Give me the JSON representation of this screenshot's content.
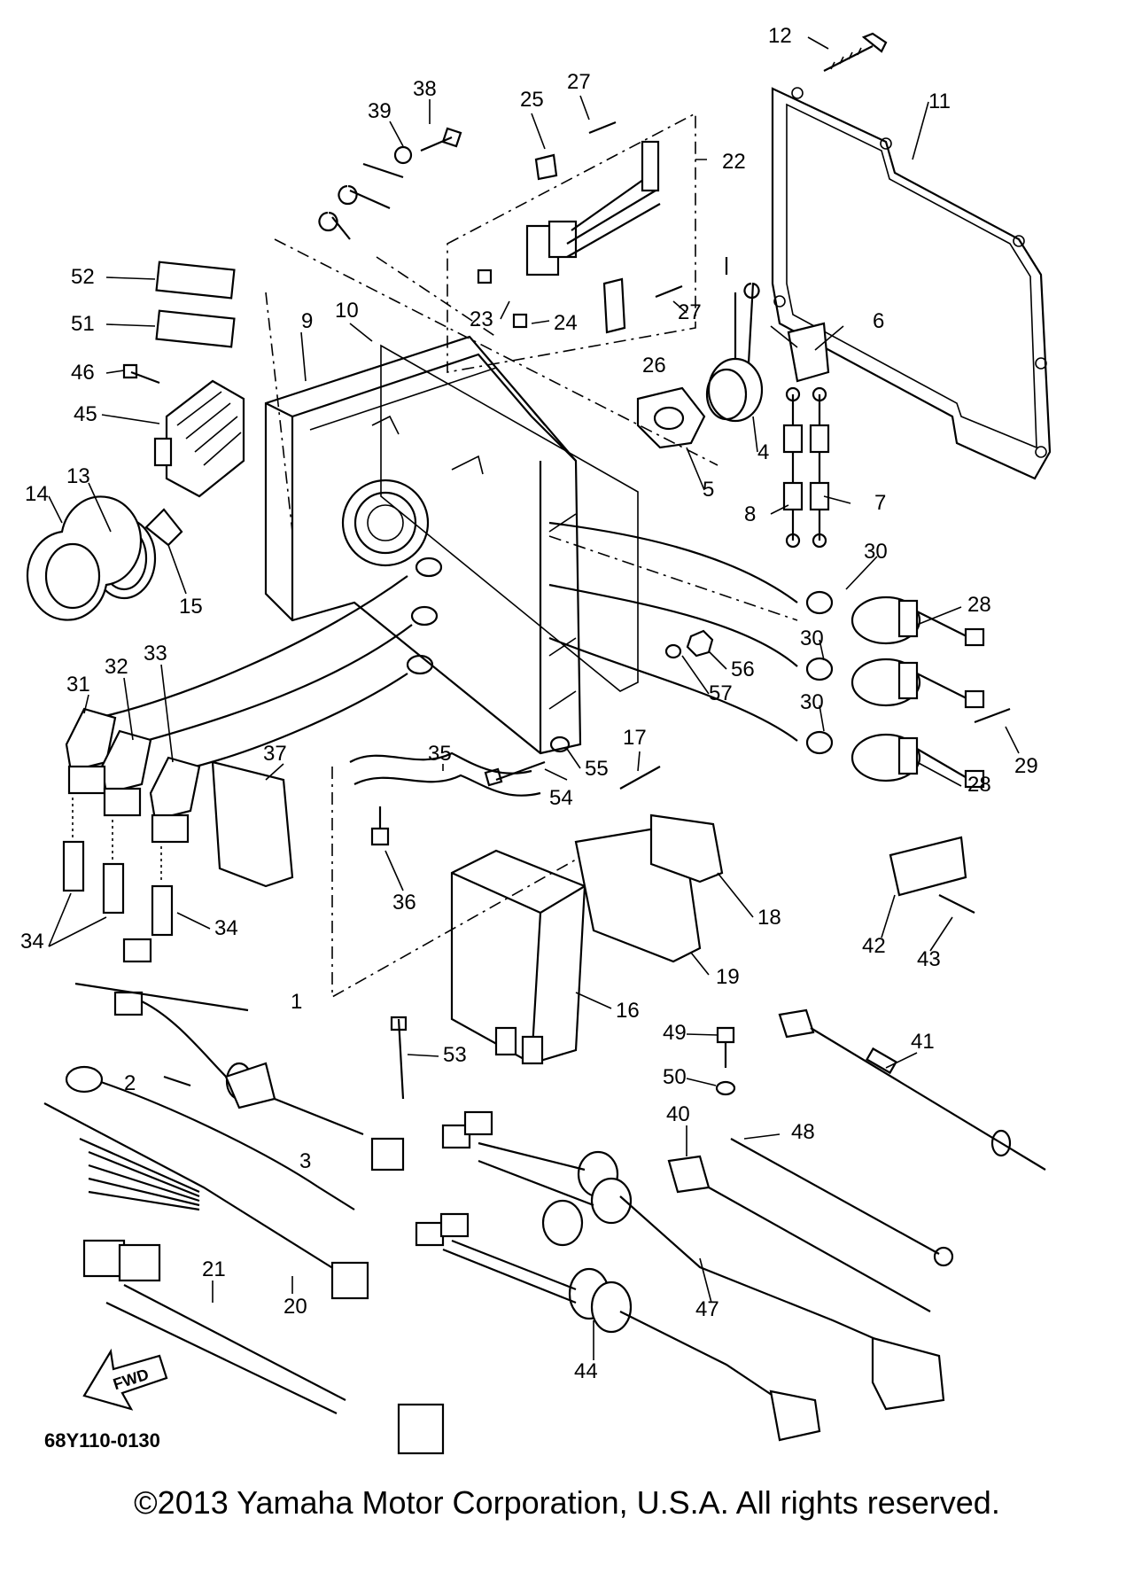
{
  "diagram_code": "68Y110-0130",
  "fwd_label": "FWD",
  "copyright": "©2013 Yamaha Motor Corporation, U.S.A. All rights reserved.",
  "callouts": [
    "1",
    "2",
    "3",
    "4",
    "5",
    "6",
    "7",
    "8",
    "9",
    "10",
    "11",
    "12",
    "13",
    "14",
    "15",
    "16",
    "17",
    "18",
    "19",
    "20",
    "21",
    "22",
    "23",
    "24",
    "25",
    "26",
    "27",
    "27",
    "28",
    "28",
    "29",
    "30",
    "30",
    "30",
    "31",
    "32",
    "33",
    "34",
    "34",
    "35",
    "36",
    "37",
    "38",
    "39",
    "40",
    "41",
    "42",
    "43",
    "44",
    "45",
    "46",
    "47",
    "48",
    "49",
    "50",
    "51",
    "52",
    "53",
    "54",
    "55",
    "56",
    "57"
  ]
}
